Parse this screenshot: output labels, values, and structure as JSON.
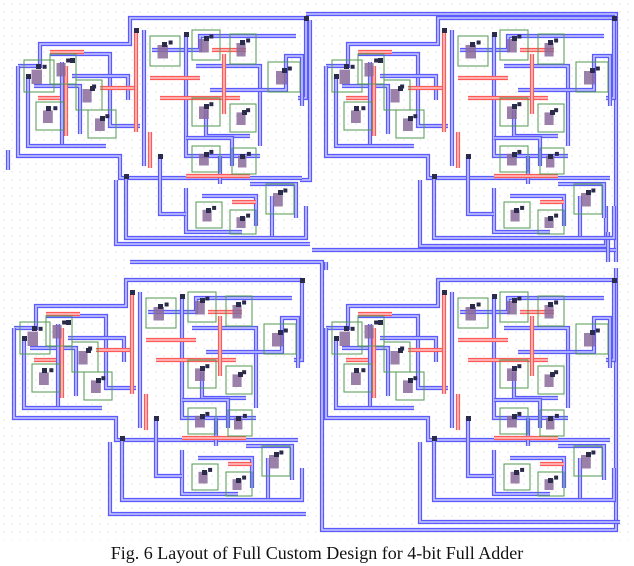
{
  "figure": {
    "caption": "Fig. 6 Layout of Full Custom Design for 4-bit Full Adder",
    "adder_cells": [
      {
        "id": "bit-cell-1",
        "region": "top-left"
      },
      {
        "id": "bit-cell-2",
        "region": "top-right"
      },
      {
        "id": "bit-cell-3",
        "region": "bottom-left"
      },
      {
        "id": "bit-cell-4",
        "region": "bottom-right"
      }
    ],
    "colors": {
      "background": "#ffffff",
      "grid_dot": "#d2d2dc",
      "metal_wire": "#5a5aff",
      "metal_wire_inner": "#c9c9ff",
      "poly_wire": "#ff5a5a",
      "poly_wire_inner": "#ffc8c8",
      "contact": "#2a2a4a",
      "active_region": "#4f9a4f",
      "transistor_fill": "#8a6a9a",
      "caption_text": "#111111"
    }
  }
}
